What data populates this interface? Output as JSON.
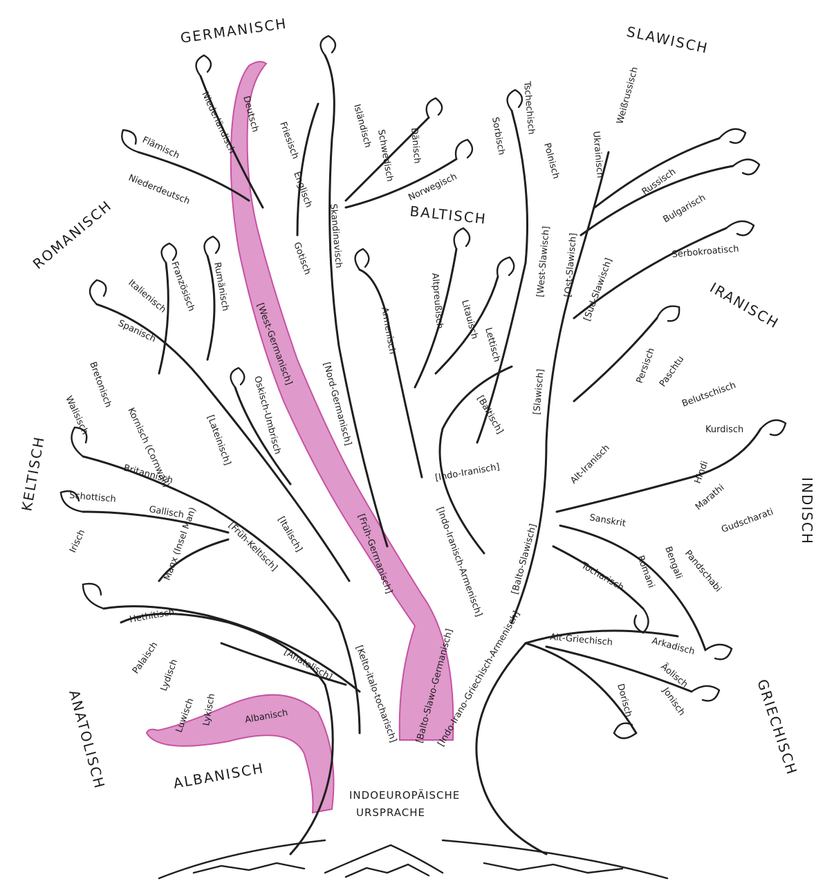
{
  "groups": {
    "germanisch": "GERMANISCH",
    "slawisch": "SLAWISCH",
    "romanisch": "ROMANISCH",
    "baltisch": "BALTISCH",
    "iranisch": "IRANISCH",
    "keltisch": "KELTISCH",
    "indisch": "INDISCH",
    "griechisch": "GRIECHISCH",
    "anatolisch": "ANATOLISCH",
    "albanisch": "ALBANISCH"
  },
  "root": {
    "line1": "INDOEUROPÄISCHE",
    "line2": "URSPRACHE"
  },
  "languages": {
    "flaemisch": "Flämisch",
    "niederdeutsch": "Niederdeutsch",
    "niederlaendisch": "Niederländisch",
    "deutsch": "Deutsch",
    "friesisch": "Friesisch",
    "englisch": "Englisch",
    "gotisch": "Gotisch",
    "islaendisch": "Isländisch",
    "schwedisch": "Schwedisch",
    "daenisch": "Dänisch",
    "norwegisch": "Norwegisch",
    "skandinavisch": "Skandinavisch",
    "sorbisch": "Sorbisch",
    "tschechisch": "Tschechisch",
    "polnisch": "Polnisch",
    "ukrainisch": "Ukrainisch",
    "weissrussisch": "Weißrussisch",
    "russisch": "Russisch",
    "bulgarisch": "Bulgarisch",
    "serbokroatisch": "Serbokroatisch",
    "altpreussisch": "Altpreußisch",
    "litauisch": "Litauisch",
    "lettisch": "Lettisch",
    "armenisch": "Armenisch",
    "italienisch": "Italienisch",
    "franzoesisch": "Französisch",
    "rumaenisch": "Rumänisch",
    "spanisch": "Spanisch",
    "oskisch": "Oskisch-Umbrisch",
    "bretonisch": "Bretonisch",
    "walisisch": "Walisisch",
    "kornisch": "Kornisch (Cornwall)",
    "britannisch": "Britannisch",
    "schottisch": "Schottisch",
    "gallisch": "Gallisch",
    "irisch": "Irisch",
    "manx": "Manx (Insel Man)",
    "persisch": "Persisch",
    "paschtu": "Paschtu",
    "belutschisch": "Belutschisch",
    "kurdisch": "Kurdisch",
    "altiranisch": "Alt-Iranisch",
    "hindi": "Hindi",
    "marathi": "Marathi",
    "sanskrit": "Sanskrit",
    "gudscharati": "Gudscharati",
    "romani": "Romani",
    "bengali": "Bengali",
    "pandschabi": "Pandschabi",
    "tocharisch": "Tocharisch",
    "altgriechisch": "Alt-Griechisch",
    "arkadisch": "Arkadisch",
    "aeolisch": "Äolisch",
    "jonisch": "Jonisch",
    "dorisch": "Dorisch",
    "hethitisch": "Hethitisch",
    "palaisch": "Palaisch",
    "lydisch": "Lydisch",
    "luwisch": "Luwisch",
    "lykisch": "Lykisch",
    "albanisch": "Albanisch"
  },
  "branches": {
    "westgerm": "[West-Germanisch]",
    "nordgerm": "[Nord-Germanisch]",
    "fruehgerm": "[Früh-Germanisch]",
    "lateinisch": "[Lateinisch]",
    "italisch": "[Italisch]",
    "fruehkelt": "[Früh-Keltisch]",
    "westslaw": "[West-Slawisch]",
    "ostslaw": "[Ost-Slawisch]",
    "suedslaw": "[Süd-Slawisch]",
    "slawisch": "[Slawisch]",
    "baltisch": "[Baltisch]",
    "indoiran": "[Indo-Iranisch]",
    "baltoslaw": "[Balto-Slawisch]",
    "indoiranarm": "[Indo-Iranisch-Armenisch]",
    "anatolisch": "[Anatolisch]",
    "keltoitalo": "[Kelto-italo-tocharisch]",
    "baltoslawgerm": "[Balto-Slawo-Germanisch]",
    "indoirangr": "[Indo-Irano-Griechisch-Armenisch]"
  },
  "colors": {
    "highlight": "#dc8fc6",
    "ink": "#1f1f1f"
  }
}
